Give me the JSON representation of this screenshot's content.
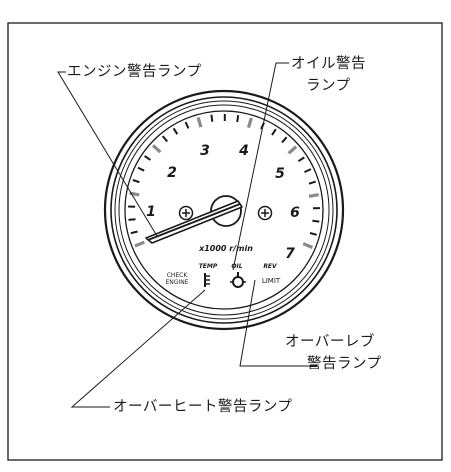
{
  "callouts": {
    "engine_warning": "エンジン警告ランプ",
    "oil_warning_line1": "オイル警告",
    "oil_warning_line2": "ランプ",
    "rev_limit_line1": "オーバーレブ",
    "rev_limit_line2": "警告ランプ",
    "overheat_warning": "オーバーヒート警告ランプ"
  },
  "gauge": {
    "dial_numbers": [
      "1",
      "2",
      "3",
      "4",
      "5",
      "6",
      "7"
    ],
    "unit_label": "x1000 r/min",
    "indicators": {
      "check_engine_line1": "CHECK",
      "check_engine_line2": "ENGINE",
      "temp": "TEMP",
      "oil": "OIL",
      "rev": "REV",
      "limit": "LIMIT"
    }
  },
  "colors": {
    "ink": "#1a1a1a",
    "tick_gray": "#8a8a8a",
    "background": "#ffffff"
  },
  "icons": {
    "temp": "thermometer-icon",
    "oil": "oil-can-icon",
    "screws": "phillips-screw-icon"
  }
}
